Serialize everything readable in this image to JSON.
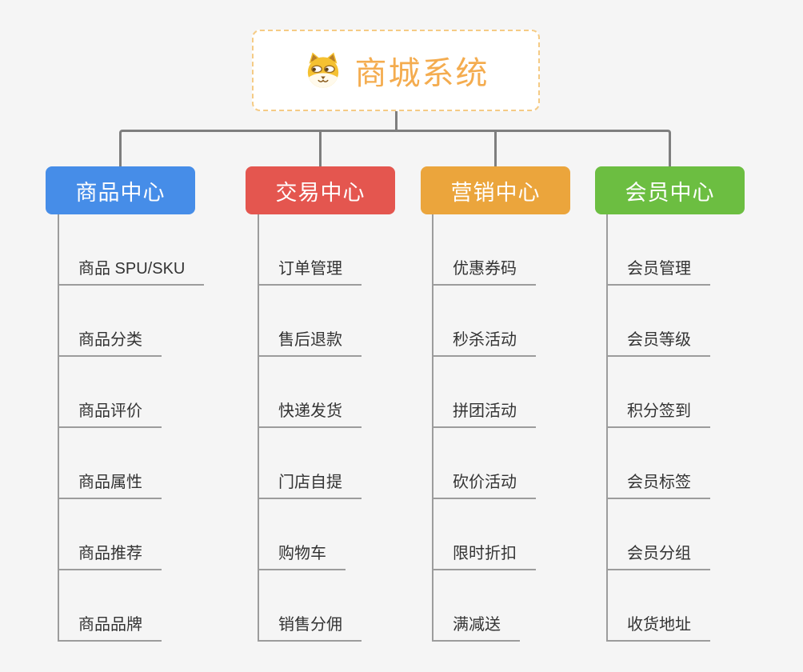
{
  "root": {
    "title": "商城系统",
    "icon": "shiba-dog-icon"
  },
  "branches": [
    {
      "label": "商品中心",
      "color": "#468de8",
      "items": [
        "商品 SPU/SKU",
        "商品分类",
        "商品评价",
        "商品属性",
        "商品推荐",
        "商品品牌"
      ]
    },
    {
      "label": "交易中心",
      "color": "#e4564f",
      "items": [
        "订单管理",
        "售后退款",
        "快递发货",
        "门店自提",
        "购物车",
        "销售分佣"
      ]
    },
    {
      "label": "营销中心",
      "color": "#eba53c",
      "items": [
        "优惠券码",
        "秒杀活动",
        "拼团活动",
        "砍价活动",
        "限时折扣",
        "满减送"
      ]
    },
    {
      "label": "会员中心",
      "color": "#6cbe41",
      "items": [
        "会员管理",
        "会员等级",
        "积分签到",
        "会员标签",
        "会员分组",
        "收货地址"
      ]
    }
  ],
  "colors": {
    "background": "#f5f5f5",
    "connector": "#7e7e7e",
    "leaf_line": "#9c9c9c",
    "leaf_text": "#333333",
    "root_border": "#f5cb85",
    "root_text": "#f4ac4f"
  }
}
